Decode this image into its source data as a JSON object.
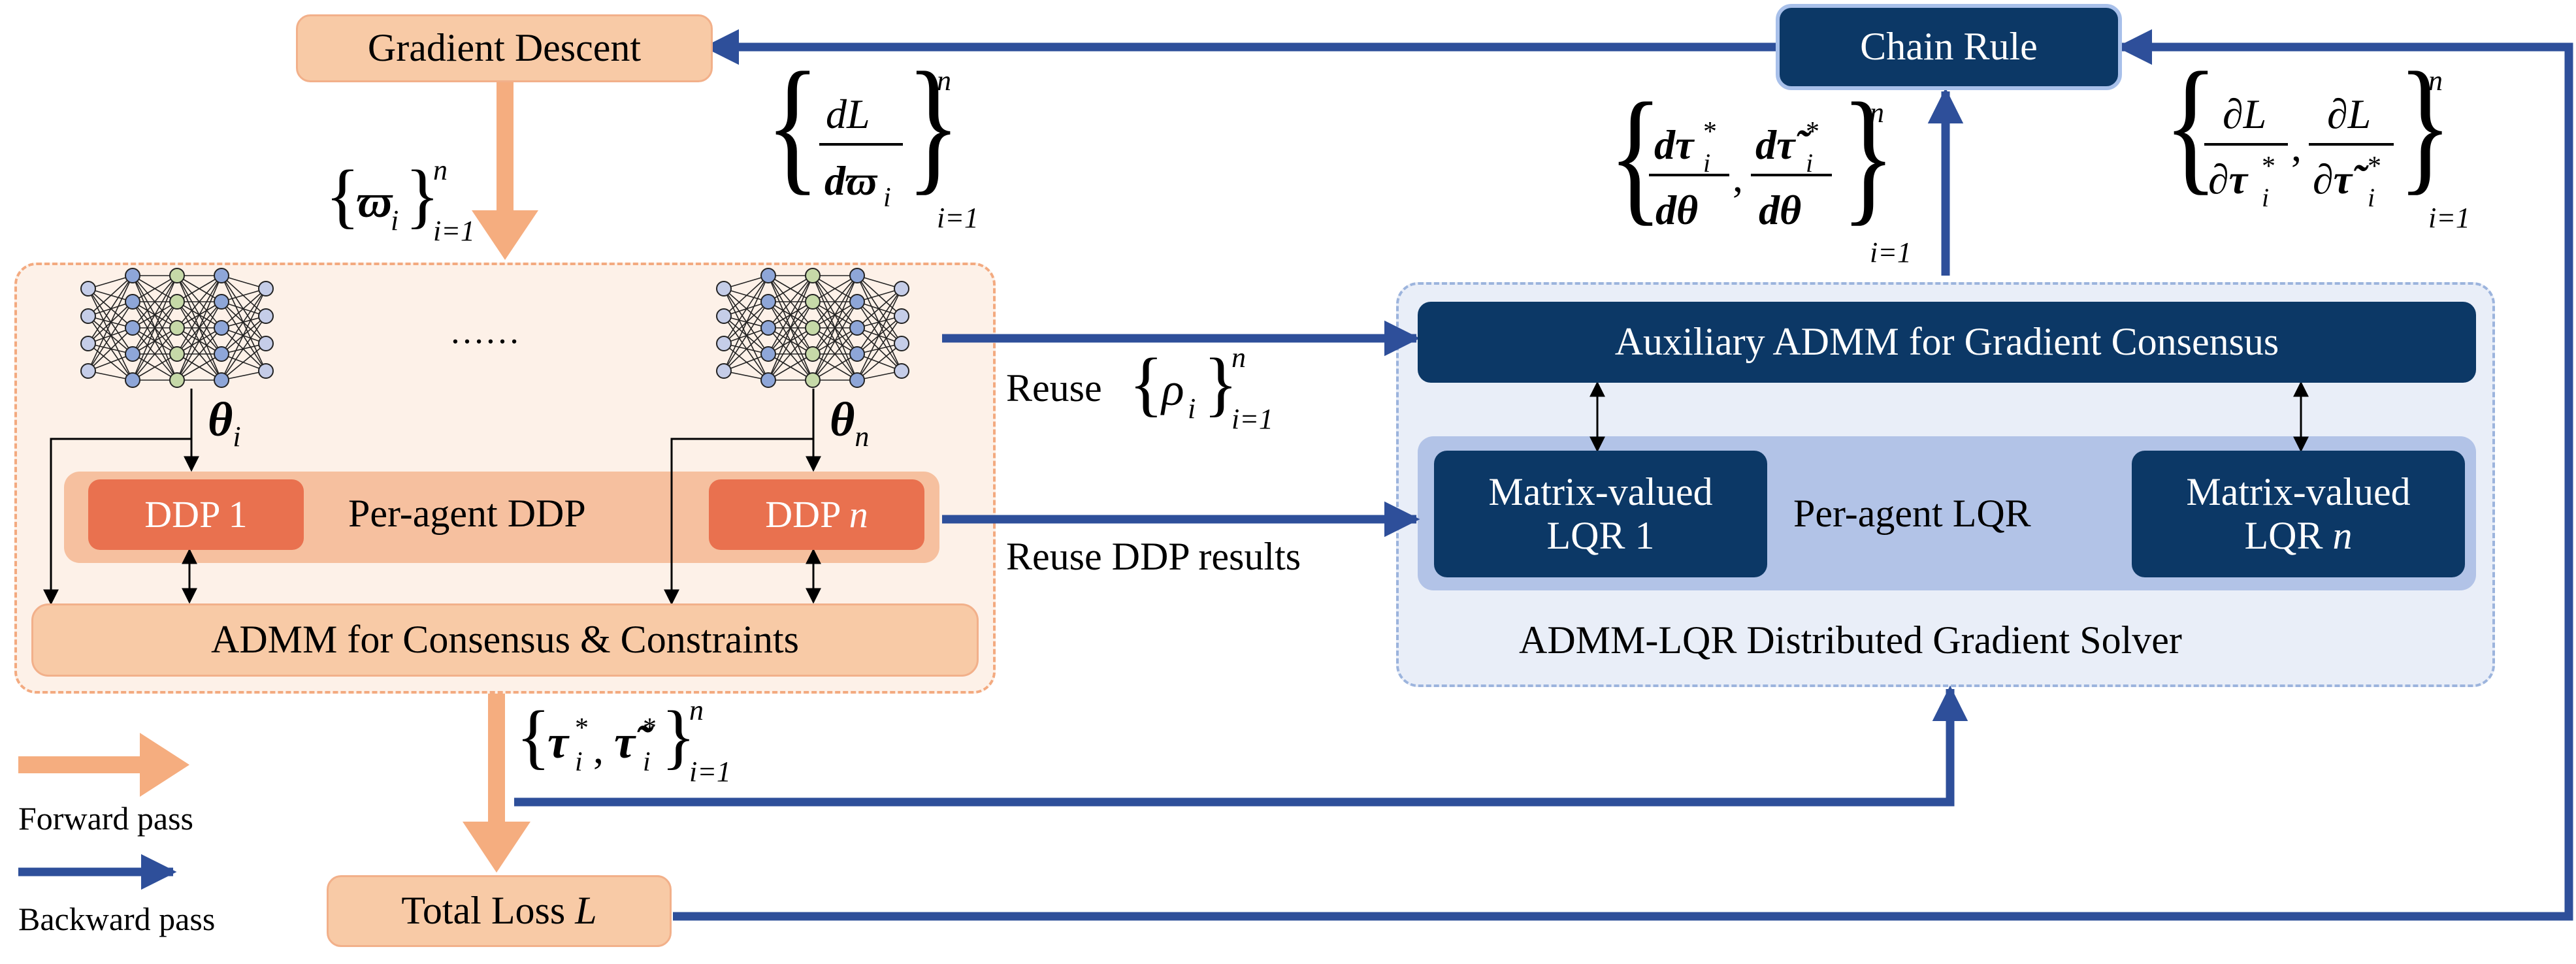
{
  "boxes": {
    "gradient_descent": "Gradient Descent",
    "chain_rule": "Chain Rule",
    "ddp_1": "DDP 1",
    "per_agent_ddp": "Per-agent DDP",
    "ddp_n_prefix": "DDP ",
    "ddp_n_var": "n",
    "admm_consensus": "ADMM for Consensus & Constraints",
    "aux_admm": "Auxiliary ADMM for Gradient Consensus",
    "lqr_1_line1": "Matrix-valued",
    "lqr_1_line2": "LQR 1",
    "per_agent_lqr": "Per-agent LQR",
    "lqr_n_line1": "Matrix-valued",
    "lqr_n_line2_prefix": "LQR ",
    "lqr_n_var": "n",
    "total_loss_prefix": "Total Loss ",
    "total_loss_var": "L",
    "solver_caption": "ADMM-LQR Distributed Gradient Solver"
  },
  "labels": {
    "ellipsis": "……",
    "theta_i": "θ",
    "theta_i_sub": "i",
    "theta_n": "θ",
    "theta_n_sub": "n",
    "reuse_rho_word": "Reuse",
    "reuse_ddp": "Reuse DDP results"
  },
  "math": {
    "omega_set": {
      "sym": "ϖ",
      "sub": "i",
      "range_top": "n",
      "range_bottom": "i=1"
    },
    "dL_domega": {
      "num": "dL",
      "den": "dϖ",
      "den_sub": "i",
      "range_top": "n",
      "range_bottom": "i=1"
    },
    "dtau_dtheta": {
      "num1": "dτ",
      "num2": "dτ̃",
      "sup": "*",
      "sub": "i",
      "den": "dθ",
      "range_top": "n",
      "range_bottom": "i=1"
    },
    "partial_L_tau": {
      "num": "∂L",
      "den1": "∂τ",
      "den2": "∂τ̃",
      "sup": "*",
      "sub": "i",
      "range_top": "n",
      "range_bottom": "i=1"
    },
    "rho_set": {
      "sym": "ρ",
      "sub": "i",
      "range_top": "n",
      "range_bottom": "i=1"
    },
    "tau_set": {
      "sym1": "τ",
      "sym2": "τ̃",
      "sup": "*",
      "sub": "i",
      "range_top": "n",
      "range_bottom": "i=1"
    }
  },
  "legend": {
    "forward": "Forward pass",
    "backward": "Backward pass"
  },
  "colors": {
    "peach": "#f8caa6",
    "orange": "#e9714f",
    "navy": "#0c3866",
    "arrow_forward": "#f5ad7f",
    "arrow_backward": "#2e4f9a",
    "region_forward_bg": "#fdf1e8",
    "region_backward_bg": "#e9eef8",
    "lqr_band": "#b2c3e7"
  }
}
